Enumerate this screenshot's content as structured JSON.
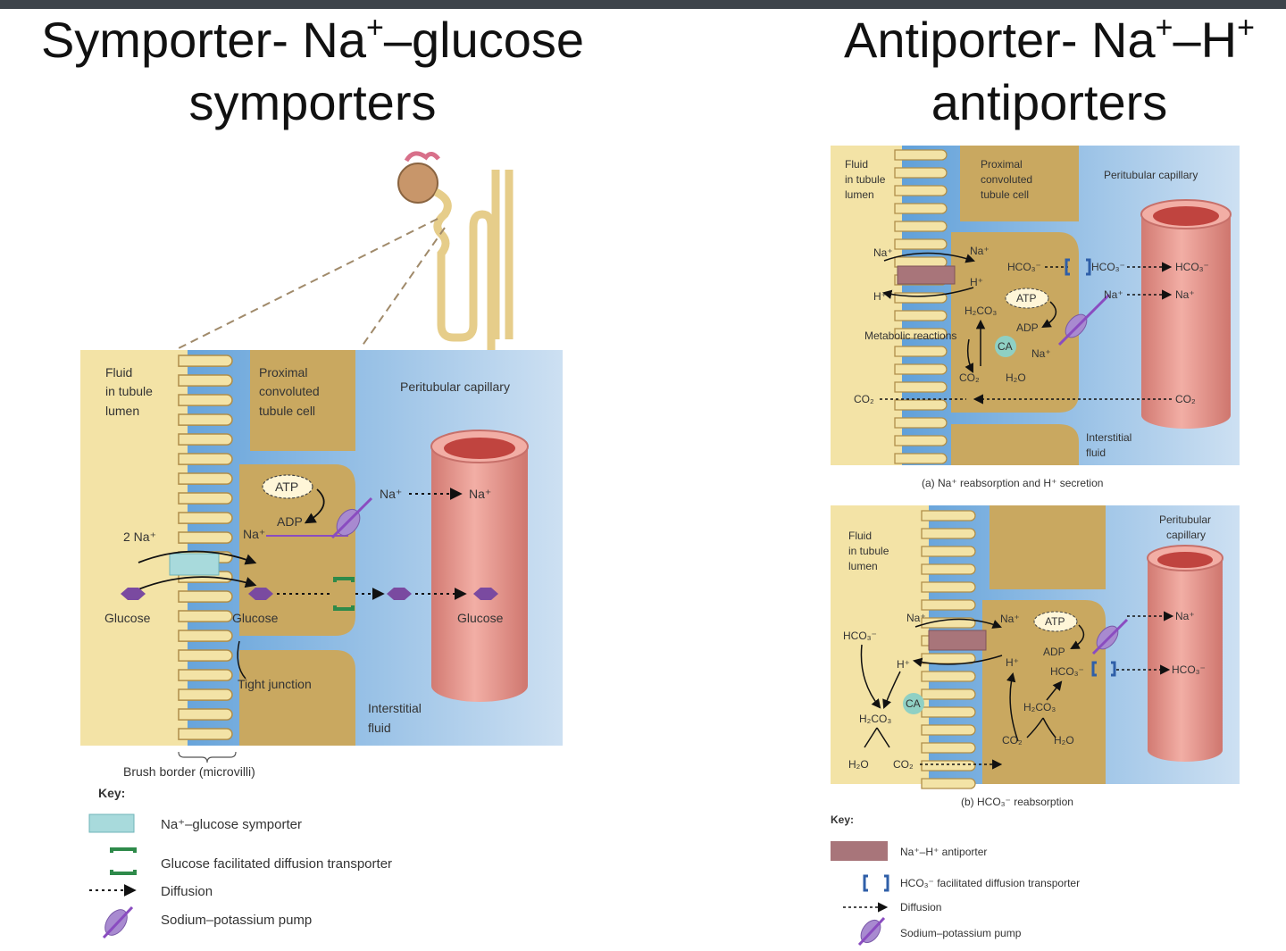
{
  "titles": {
    "left": {
      "line1_a": "Symporter- Na",
      "line1_sup": "+",
      "line1_b": "–glucose",
      "line2": "symporters"
    },
    "right": {
      "line1_a": "Antiporter- Na",
      "line1_sup1": "+",
      "line1_mid": "–H",
      "line1_sup2": "+",
      "line2": "antiporters"
    }
  },
  "symporter": {
    "lumen_label": [
      "Fluid",
      "in tubule",
      "lumen"
    ],
    "cell_label": [
      "Proximal",
      "convoluted",
      "tubule cell"
    ],
    "capillary_label": "Peritubular capillary",
    "interstitial_label": [
      "Interstitial",
      "fluid"
    ],
    "atp": "ATP",
    "adp": "ADP",
    "na_cell": "Na⁺",
    "na_pump": "Na⁺",
    "na_blood": "Na⁺",
    "two_na": "2 Na⁺",
    "glucose_lumen": "Glucose",
    "glucose_cell": "Glucose",
    "glucose_blood": "Glucose",
    "tight_junction": "Tight junction",
    "brush_border": "Brush border (microvilli)",
    "key_title": "Key:",
    "key_items": [
      "Na⁺–glucose symporter",
      "Glucose facilitated diffusion transporter",
      "Diffusion",
      "Sodium–potassium pump"
    ]
  },
  "antiporter": {
    "panel_a": {
      "lumen_label": [
        "Fluid",
        "in tubule",
        "lumen"
      ],
      "cell_label": [
        "Proximal",
        "convoluted",
        "tubule cell"
      ],
      "capillary_label": "Peritubular capillary",
      "interstitial_label": [
        "Interstitial",
        "fluid"
      ],
      "na_lumen": "Na⁺",
      "h_lumen": "H⁺",
      "na_cell": "Na⁺",
      "h_cell": "H⁺",
      "hco3_cell": "HCO₃⁻",
      "hco3_mid": "HCO₃⁻",
      "hco3_blood": "HCO₃⁻",
      "atp": "ATP",
      "adp": "ADP",
      "h2co3": "H₂CO₃",
      "ca": "CA",
      "na_pump": "Na⁺",
      "na_right": "Na⁺",
      "na_blood": "Na⁺",
      "metabolic": "Metabolic reactions",
      "co2_cell": "CO₂",
      "h2o_cell": "H₂O",
      "co2_lumen": "CO₂",
      "co2_blood": "CO₂",
      "caption": "(a) Na⁺ reabsorption and H⁺ secretion"
    },
    "panel_b": {
      "lumen_label": [
        "Fluid",
        "in tubule",
        "lumen"
      ],
      "capillary_label": [
        "Peritubular",
        "capillary"
      ],
      "hco3_lumen": "HCO₃⁻",
      "na_lumen": "Na⁺",
      "h_lumen": "H⁺",
      "ca": "CA",
      "h2co3_lumen": "H₂CO₃",
      "h2o_lumen": "H₂O",
      "co2_lumen": "CO₂",
      "na_cell": "Na⁺",
      "h_cell": "H⁺",
      "atp": "ATP",
      "adp": "ADP",
      "hco3_cell": "HCO₃⁻",
      "h2co3_cell": "H₂CO₃",
      "co2_cell": "CO₂",
      "h2o_cell": "H₂O",
      "na_blood": "Na⁺",
      "hco3_blood": "HCO₃⁻",
      "caption": "(b) HCO₃⁻ reabsorption"
    },
    "key_title": "Key:",
    "key_items": [
      "Na⁺–H⁺ antiporter",
      "HCO₃⁻ facilitated diffusion transporter",
      "Diffusion",
      "Sodium–potassium pump"
    ]
  },
  "colors": {
    "lumen": "#f3e3a6",
    "cell": "#c9a860",
    "capillary_bg": "#5b9fd9",
    "vessel": "#e7908a",
    "vessel_inner": "#c0443f",
    "symporter": "#a8dadc",
    "antiporter": "#a8757a",
    "glucose": "#7a4aa0",
    "pump": "#a88ad0",
    "ca": "#8fd0c4"
  }
}
